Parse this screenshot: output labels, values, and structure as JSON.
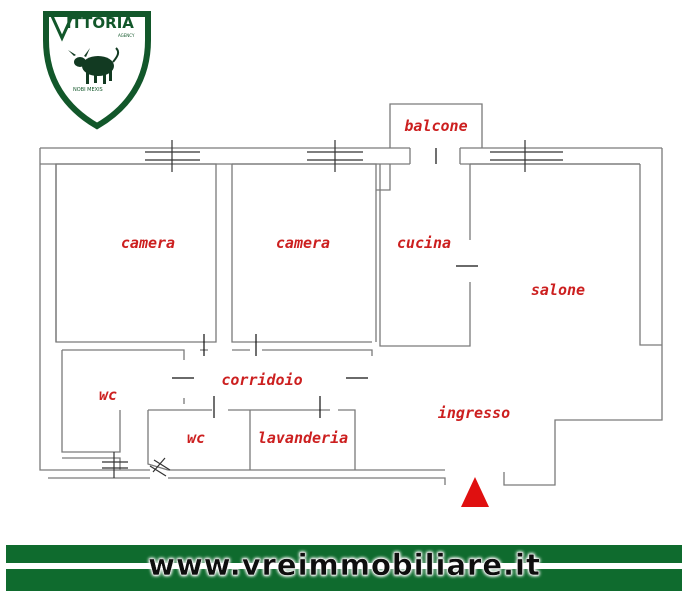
{
  "logo": {
    "brand": "ITTORIA",
    "sub": "AGENCY",
    "motto": "NOBI   MEXIS",
    "color": "#12572a"
  },
  "floorplan": {
    "rooms": [
      {
        "id": "camera-1",
        "label": "camera"
      },
      {
        "id": "camera-2",
        "label": "camera"
      },
      {
        "id": "cucina",
        "label": "cucina"
      },
      {
        "id": "salone",
        "label": "salone"
      },
      {
        "id": "balcone",
        "label": "balcone"
      },
      {
        "id": "corridoio",
        "label": "corridoio"
      },
      {
        "id": "wc-1",
        "label": "wc"
      },
      {
        "id": "wc-2",
        "label": "wc"
      },
      {
        "id": "lavanderia",
        "label": "lavanderia"
      },
      {
        "id": "ingresso",
        "label": "ingresso"
      }
    ],
    "wall_color": "#7a7a7a",
    "label_color": "#cc1f1f",
    "entrance_marker_color": "#e01010"
  },
  "footer": {
    "url": "www.vreimmobiliare.it",
    "band_color": "#0f6b2e"
  }
}
